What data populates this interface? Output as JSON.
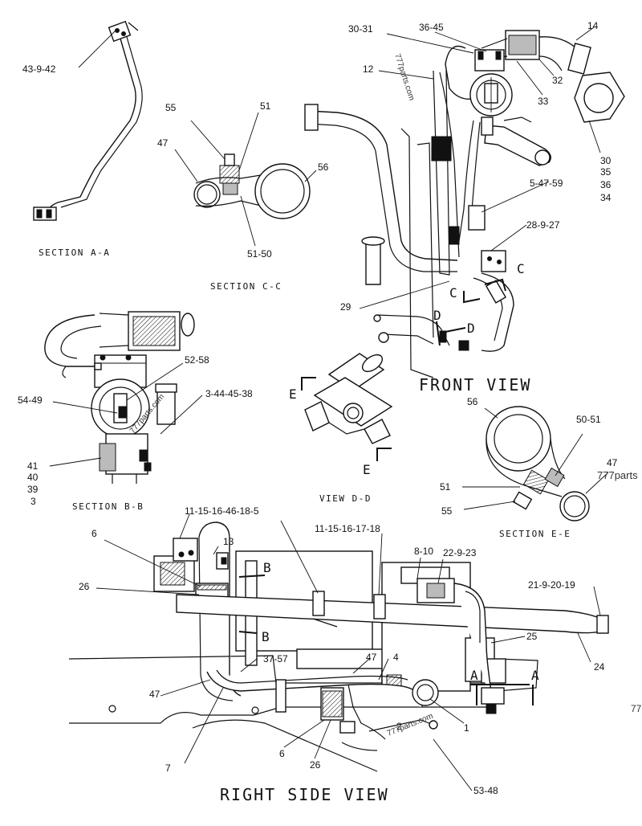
{
  "views": {
    "section_a": "SECTION A-A",
    "section_c": "SECTION C-C",
    "front": "FRONT VIEW",
    "section_b": "SECTION B-B",
    "view_d": "VIEW D-D",
    "section_e": "SECTION E-E",
    "right_side": "RIGHT SIDE VIEW"
  },
  "section_markers": {
    "c1": "C",
    "c2": "C",
    "d1": "D",
    "d2": "D",
    "e1": "E",
    "e2": "E",
    "b1": "B",
    "b2": "B",
    "a1": "A",
    "a2": "A"
  },
  "callouts": {
    "sec_a": [
      "43-9-42"
    ],
    "sec_c": [
      "55",
      "51",
      "47",
      "56",
      "51-50"
    ],
    "front": [
      "30-31",
      "36-45",
      "14",
      "12",
      "32",
      "33",
      "30",
      "35",
      "36",
      "34",
      "5-47-59",
      "28-9-27",
      "29"
    ],
    "sec_b": [
      "52-58",
      "54-49",
      "3-44-45-38",
      "41",
      "40",
      "39",
      "3"
    ],
    "sec_e": [
      "56",
      "50-51",
      "47",
      "51",
      "55"
    ],
    "right": [
      "11-15-16-46-18-5",
      "11-15-16-17-18",
      "6",
      "13",
      "8-10",
      "22-9-23",
      "26",
      "21-9-20-19",
      "25",
      "37-57",
      "47",
      "4",
      "47",
      "24",
      "7",
      "6",
      "26",
      "2",
      "1",
      "53-48"
    ]
  },
  "watermarks": [
    "777parts.com",
    "777parts.com",
    "777parts.com",
    "777parts",
    "77"
  ]
}
